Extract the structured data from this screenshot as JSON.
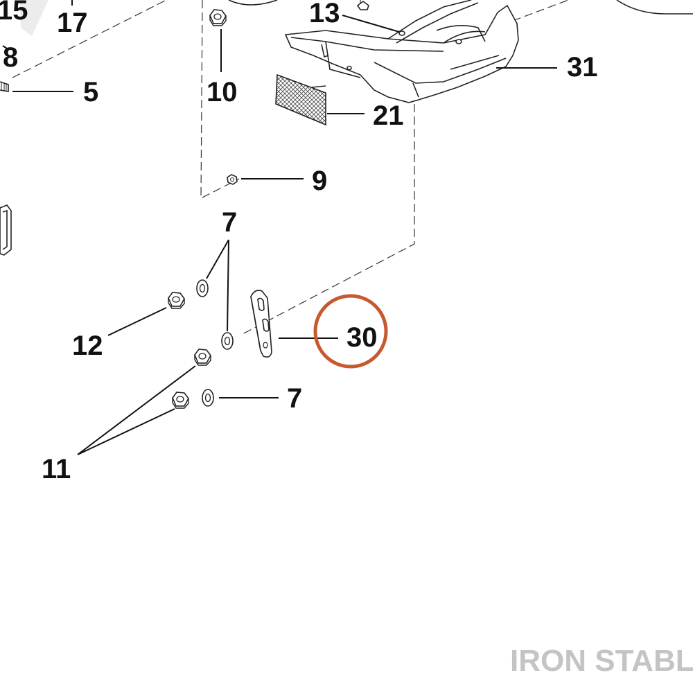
{
  "callouts": {
    "c15": "15",
    "c17": "17",
    "c8": "8",
    "c5": "5",
    "c13": "13",
    "c10": "10",
    "c31": "31",
    "c21": "21",
    "c9": "9",
    "c7_top": "7",
    "c12": "12",
    "c30": "30",
    "c7_bottom": "7",
    "c11": "11"
  },
  "highlight": {
    "part": "30",
    "color": "#c8582f"
  },
  "watermark": "IRON STABLE"
}
